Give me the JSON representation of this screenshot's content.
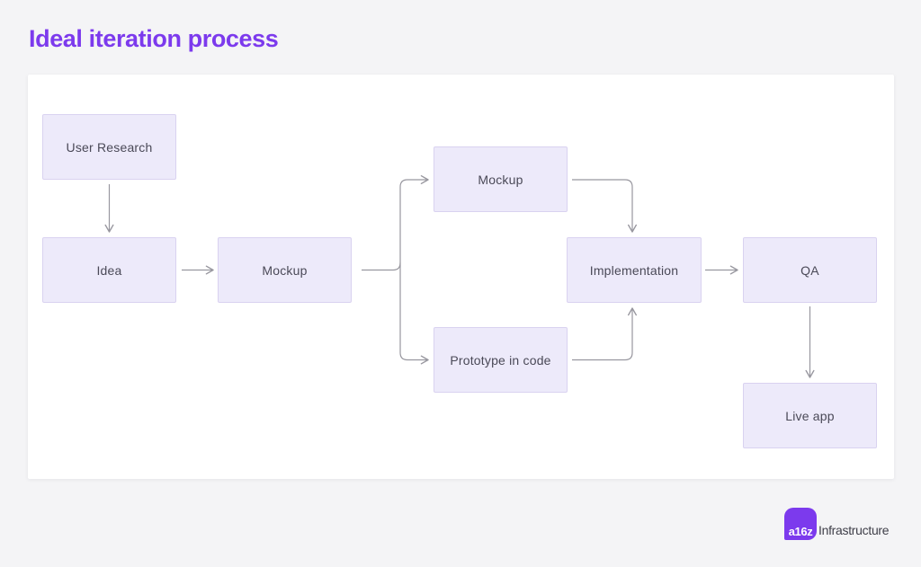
{
  "title": "Ideal iteration process",
  "diagram": {
    "nodes": [
      {
        "id": "user-research",
        "label": "User Research"
      },
      {
        "id": "idea",
        "label": "Idea"
      },
      {
        "id": "mockup",
        "label": "Mockup"
      },
      {
        "id": "mockup-2",
        "label": "Mockup"
      },
      {
        "id": "prototype-in-code",
        "label": "Prototype in code"
      },
      {
        "id": "implementation",
        "label": "Implementation"
      },
      {
        "id": "qa",
        "label": "QA"
      },
      {
        "id": "live-app",
        "label": "Live app"
      }
    ],
    "edges": [
      {
        "from": "user-research",
        "to": "idea"
      },
      {
        "from": "idea",
        "to": "mockup"
      },
      {
        "from": "mockup",
        "to": "mockup-2"
      },
      {
        "from": "mockup",
        "to": "prototype-in-code"
      },
      {
        "from": "mockup-2",
        "to": "implementation"
      },
      {
        "from": "prototype-in-code",
        "to": "implementation"
      },
      {
        "from": "implementation",
        "to": "qa"
      },
      {
        "from": "qa",
        "to": "live-app"
      }
    ]
  },
  "colors": {
    "title": "#7c3aed",
    "node_fill": "#edeafa",
    "node_border": "#d9d2f0",
    "node_text": "#4a4957",
    "connector": "#98979f",
    "page_background": "#f4f4f6",
    "canvas_background": "#ffffff",
    "logo_purple": "#7c3aed"
  },
  "footer": {
    "logo_mark": "a16z",
    "logo_text": "Infrastructure"
  }
}
